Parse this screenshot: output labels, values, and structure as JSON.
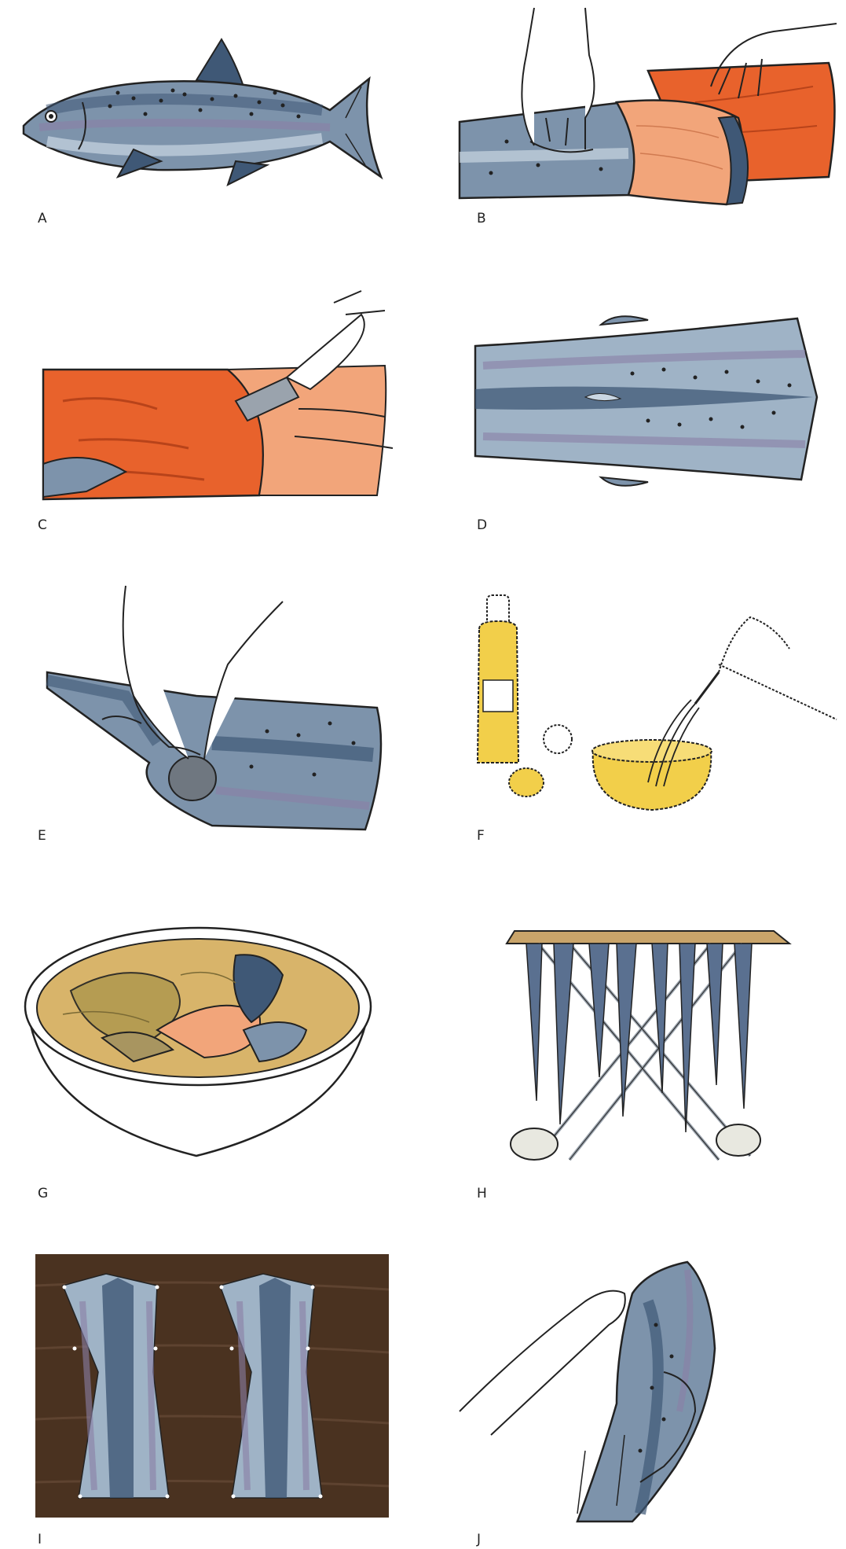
{
  "panels": [
    {
      "id": "A",
      "label": "A",
      "subject": "whole-salmon"
    },
    {
      "id": "B",
      "label": "B",
      "subject": "hands-peeling-skin-from-fillet"
    },
    {
      "id": "C",
      "label": "C",
      "subject": "knife-separating-skin-from-flesh"
    },
    {
      "id": "D",
      "label": "D",
      "subject": "flattened-salmon-skin"
    },
    {
      "id": "E",
      "label": "E",
      "subject": "scraping-skin-with-tool"
    },
    {
      "id": "F",
      "label": "F",
      "subject": "oil-bottle-egg-and-whisk-bowl"
    },
    {
      "id": "G",
      "label": "G",
      "subject": "skins-soaking-in-bowl"
    },
    {
      "id": "H",
      "label": "H",
      "subject": "skins-hanging-on-drying-rack"
    },
    {
      "id": "I",
      "label": "I",
      "subject": "skins-pinned-on-wooden-board"
    },
    {
      "id": "J",
      "label": "J",
      "subject": "hands-stretching-skin"
    }
  ],
  "colors": {
    "skin_dark": "#3f5876",
    "skin_mid": "#7d93ab",
    "skin_light": "#c9d6e2",
    "skin_stripe": "#8a7fa6",
    "flesh_orange": "#e8622c",
    "flesh_pale": "#f2a57a",
    "oil_yellow": "#f2cf4a",
    "soak_tan": "#d8b46a",
    "board_brown": "#4a3220",
    "outline": "#222222"
  }
}
